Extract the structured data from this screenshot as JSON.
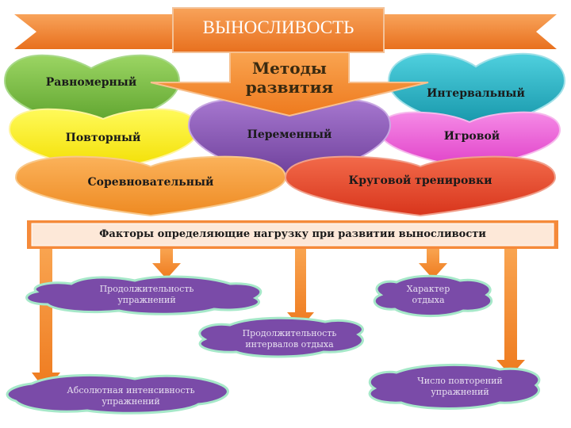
{
  "banner": {
    "title": "ВЫНОСЛИВОСТЬ"
  },
  "methods": {
    "title_line1": "Методы",
    "title_line2": "развития",
    "items": {
      "uniform": "Равномерный",
      "interval": "Интервальный",
      "repeated": "Повторный",
      "variable": "Переменный",
      "game": "Игровой",
      "competitive": "Соревновательный",
      "circuit": "Круговой тренировки"
    }
  },
  "factors": {
    "title": "Факторы определяющие нагрузку при развитии выносливости",
    "items": {
      "exercise_duration_1": "Продолжительность",
      "exercise_duration_2": "упражнений",
      "rest_type_1": "Характер",
      "rest_type_2": "отдыха",
      "rest_duration_1": "Продолжительность",
      "rest_duration_2": "интервалов отдыха",
      "intensity_1": "Абсолютная интенсивность",
      "intensity_2": "упражнений",
      "repetitions_1": "Число повторений",
      "repetitions_2": "упражнений"
    }
  },
  "colors": {
    "banner": "#f58a3a",
    "green": "#7cc242",
    "yellow": "#fff200",
    "purple": "#8b55b8",
    "teal": "#1fb6c9",
    "pink": "#ee5fd9",
    "orange": "#f5a23c",
    "red": "#e8452c",
    "cloud": "#7a4ba8",
    "factors_bar": "#fde8d8"
  }
}
